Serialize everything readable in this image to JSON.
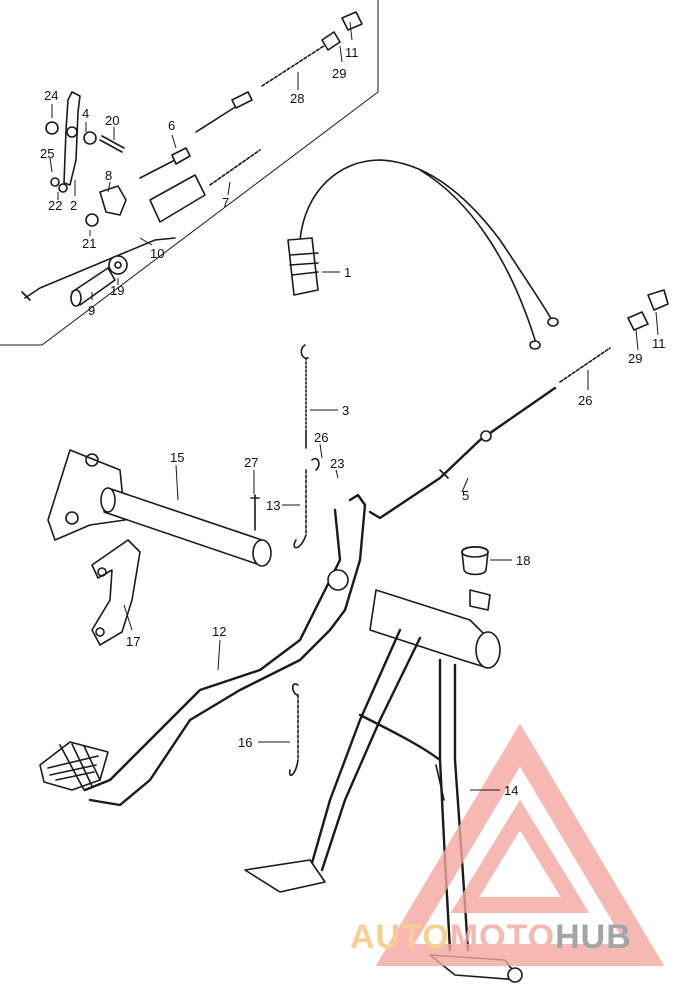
{
  "diagram": {
    "callouts": [
      "1",
      "2",
      "3",
      "4",
      "5",
      "6",
      "7",
      "8",
      "9",
      "10",
      "11",
      "11",
      "12",
      "13",
      "14",
      "15",
      "16",
      "17",
      "18",
      "19",
      "20",
      "21",
      "22",
      "23",
      "24",
      "25",
      "26",
      "26",
      "27",
      "28",
      "29",
      "29"
    ]
  },
  "watermark": {
    "part1": "AUTO",
    "part2": "MOTO",
    "part3": "HUB",
    "colors": {
      "triangle": "#f4a7a0",
      "auto": "#f6c27a",
      "moto": "#f4a7a0",
      "hub": "#8a8f96"
    }
  }
}
